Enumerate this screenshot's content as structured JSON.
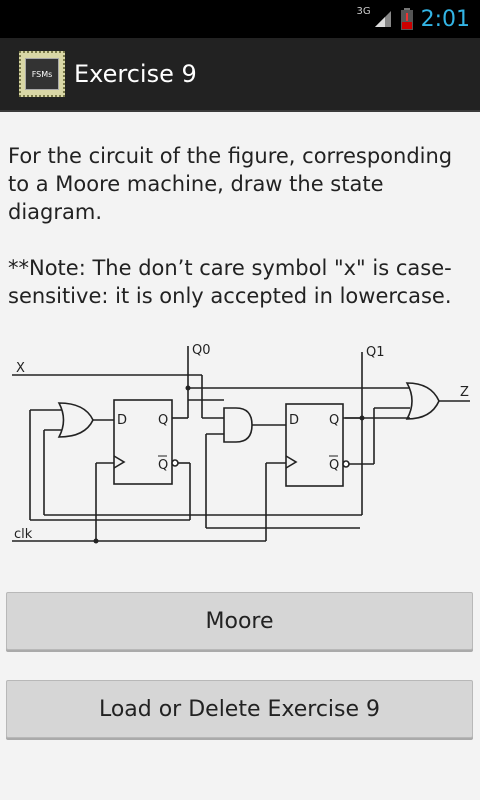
{
  "status": {
    "network": "3G",
    "time": "2:01"
  },
  "header": {
    "icon_text": "FSMs",
    "title": "Exercise 9"
  },
  "description": {
    "paragraph1": "For the circuit of the figure, corresponding to a Moore machine, draw the state diagram.",
    "paragraph2": "**Note: The don’t care symbol \"x\" is case-sensitive: it is only accepted in lowercase."
  },
  "circuit": {
    "labels": {
      "x": "X",
      "q0": "Q0",
      "q1": "Q1",
      "z": "Z",
      "clk": "clk",
      "d1": "D",
      "q1out": "Q",
      "qbar1": "Q",
      "d2": "D",
      "q2out": "Q",
      "qbar2": "Q"
    }
  },
  "buttons": {
    "moore": "Moore",
    "load": "Load or Delete Exercise 9"
  }
}
